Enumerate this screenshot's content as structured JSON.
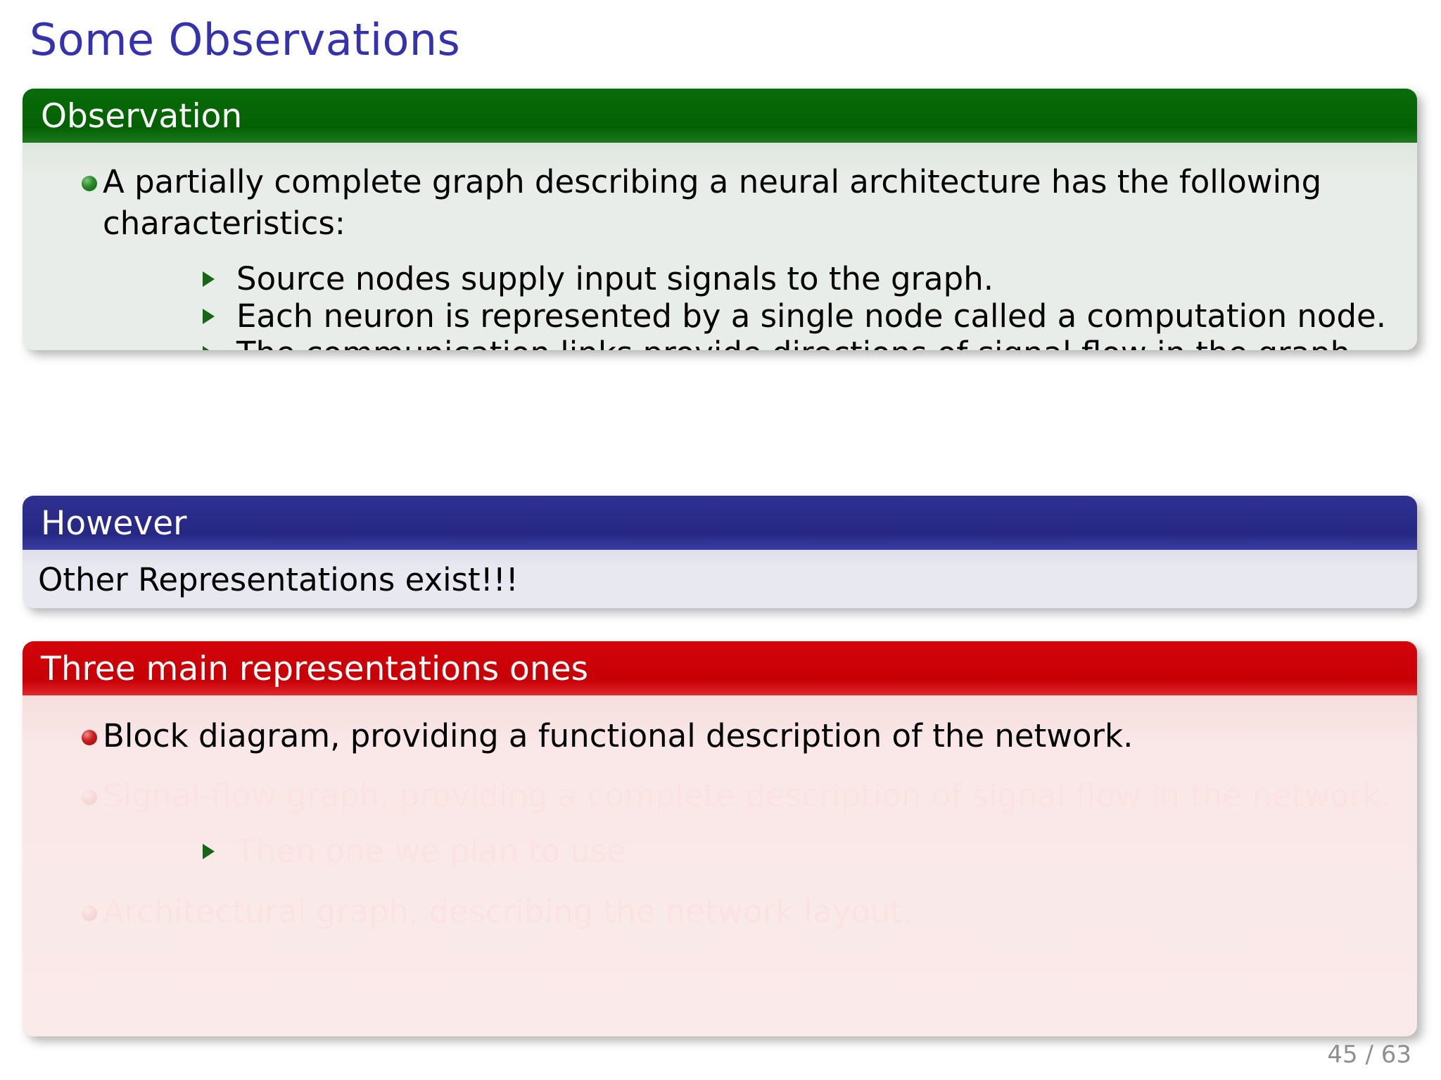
{
  "slide": {
    "title": "Some Observations",
    "title_color": "#3532ae",
    "page_number": "45 / 63"
  },
  "blocks": [
    {
      "id": "observation",
      "title": "Observation",
      "accent": "#036103",
      "body_bg": "#e9ede9",
      "items": [
        {
          "text": "A partially complete graph describing a neural architecture has the following characteristics:",
          "bullet": "green-ball-bullet",
          "faded": false,
          "subitems": [
            {
              "text": "Source nodes supply input signals to the graph.",
              "bullet": "green-triangle-bullet",
              "faded": false
            },
            {
              "text": "Each neuron is represented by a single node called a computation node.",
              "bullet": "green-triangle-bullet",
              "faded": false
            },
            {
              "text": "The communication links provide directions of signal flow in the graph.",
              "bullet": "green-triangle-bullet",
              "faded": false
            }
          ]
        }
      ]
    },
    {
      "id": "however",
      "title": "However",
      "accent": "#262884",
      "body_bg": "#e9e9f2",
      "paragraph": "Other Representations exist!!!"
    },
    {
      "id": "three",
      "title": "Three main representations ones",
      "accent": "#c60006",
      "body_bg": "#fbeaea",
      "items": [
        {
          "text": "Block diagram, providing a functional description of the network.",
          "bullet": "red-ball-bullet",
          "faded": false,
          "subitems": []
        },
        {
          "text": "Signal-flow graph, providing a complete description of signal flow in the network.",
          "bullet": "red-ball-bullet",
          "faded": true,
          "subitems": [
            {
              "text": "Then one we plan to use",
              "bullet": "red-triangle-bullet",
              "faded": true
            }
          ]
        },
        {
          "text": "Architectural graph, describing the network layout.",
          "bullet": "red-ball-bullet",
          "faded": true,
          "subitems": []
        }
      ]
    }
  ]
}
